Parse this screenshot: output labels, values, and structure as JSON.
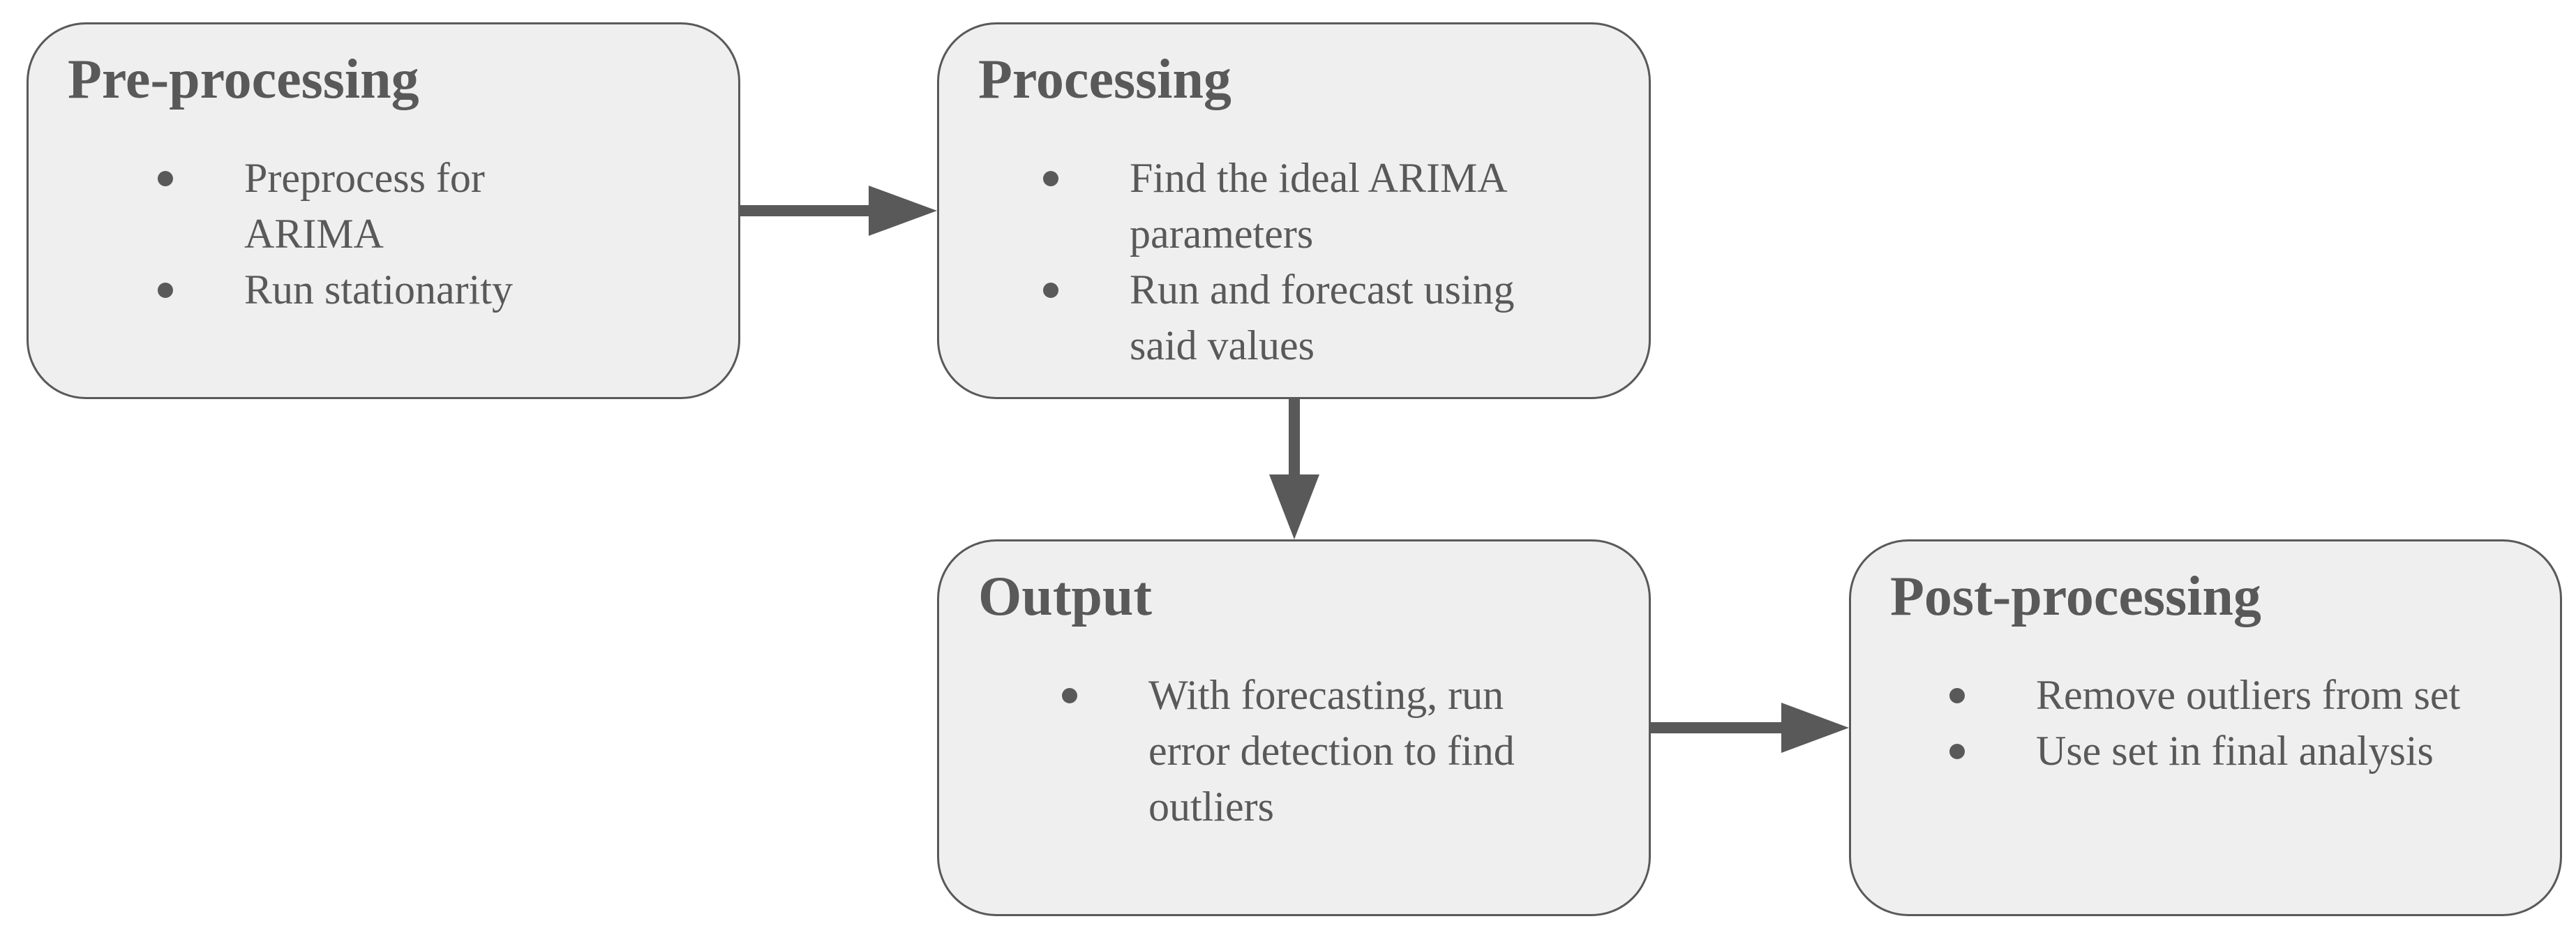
{
  "diagram": {
    "boxes": [
      {
        "id": "pre",
        "title": "Pre-processing",
        "bullets": [
          "Preprocess for ARIMA",
          "Run stationarity"
        ]
      },
      {
        "id": "proc",
        "title": "Processing",
        "bullets": [
          "Find the ideal ARIMA parameters",
          "Run and forecast using said values"
        ]
      },
      {
        "id": "out",
        "title": "Output",
        "bullets": [
          "With forecasting, run error detection to find outliers"
        ]
      },
      {
        "id": "post",
        "title": "Post-processing",
        "bullets": [
          "Remove outliers from set",
          "Use set in final analysis"
        ]
      }
    ],
    "arrows": [
      {
        "from": "Pre-processing",
        "to": "Processing"
      },
      {
        "from": "Processing",
        "to": "Output"
      },
      {
        "from": "Output",
        "to": "Post-processing"
      }
    ],
    "colors": {
      "box_fill": "#efefef",
      "box_border": "#595959",
      "text": "#595959",
      "arrow": "#595959"
    }
  }
}
